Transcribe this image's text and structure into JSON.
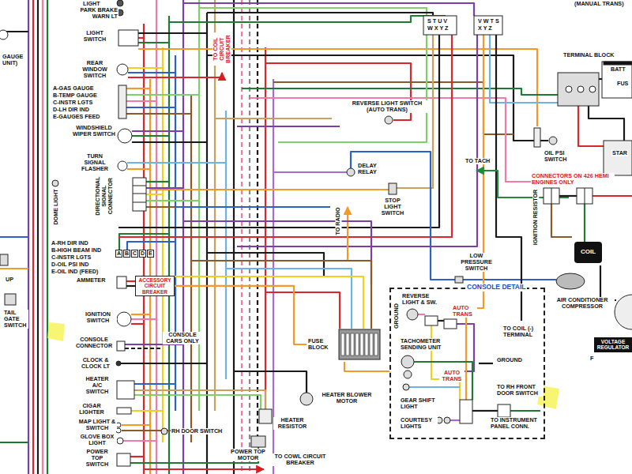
{
  "diagram": {
    "nodes": [
      {
        "text": [
          "A"
        ]
      },
      {
        "text": [
          "B"
        ]
      },
      {
        "text": [
          "C"
        ]
      },
      {
        "text": [
          "D"
        ]
      },
      {
        "text": [
          "E"
        ]
      },
      {
        "text": [
          "COIL"
        ]
      },
      {
        "text": [
          "ACCESSORY CIRCUIT BREAKER"
        ]
      },
      {
        "text": [
          "CONSOLE DETAIL"
        ]
      },
      {
        "text": [
          "FUSE BLOCK"
        ]
      },
      {
        "text": [
          "VOLTAGE REGULATOR"
        ]
      }
    ],
    "edges": [
      {
        "from": 6,
        "to": 8,
        "arrow": "none"
      },
      {
        "from": 8,
        "to": 7,
        "arrow": "none"
      }
    ],
    "labels": [
      "LIGHT",
      "PARK BRAKE WARN LT",
      "LIGHT SWITCH",
      "REAR WINDOW SWITCH",
      "A-GAS GAUGE",
      "B-TEMP GAUGE",
      "C-INSTR LGTS",
      "D-LH DIR IND",
      "E-GAUGES FEED",
      "WINDSHIELD WIPER SWITCH",
      "TURN SIGNAL FLASHER",
      "DIRECTIONAL SIGNAL CONNECTOR",
      "A-RH DIR IND",
      "B-HIGH BEAM IND",
      "C-INSTR LGTS",
      "D-OIL PSI IND",
      "E-OIL IND (FEED)",
      "AMMETER",
      "IGNITION SWITCH",
      "CONSOLE CONNECTOR",
      "CONSOLE CARS ONLY",
      "CLOCK & CLOCK LT",
      "HEATER A/C SWITCH",
      "CIGAR LIGHTER",
      "MAP LIGHT & SWITCH",
      "GLOVE BOX LIGHT",
      "POWER TOP SWITCH",
      "POWER TOP MOTOR",
      "TO COWL CIRCUIT BREAKER",
      "RH DOOR SWITCH",
      "HEATER RESISTOR",
      "HEATER BLOWER MOTOR",
      "TO RADIO",
      "STOP LIGHT SWITCH",
      "DELAY RELAY",
      "REVERSE LIGHT SWITCH (AUTO TRANS)",
      "TO COIL CIRCUIT BREAKER",
      "LOW PRESSURE SWITCH",
      "TO TACH",
      "IGNITION RESISTOR",
      "CONNECTORS ON 426 HEMI ENGINES ONLY",
      "OIL PSI SWITCH",
      "TERMINAL BLOCK",
      "BATT",
      "FUS",
      "STAR",
      "AIR CONDITIONER COMPRESSOR",
      "F",
      "(MANUAL TRANS)",
      "S T U V",
      "W X Y Z",
      "V W T S",
      "X Y Z",
      "GROUND",
      "REVERSE LIGHT & SW.",
      "AUTO TRANS",
      "TACHOMETER SENDING UNIT",
      "TO COIL (-) TERMINAL",
      "GROUND",
      "AUTO TRANS",
      "TO RH FRONT DOOR SWITCH",
      "GEAR SHIFT LIGHT",
      "COURTESY LIGHTS",
      "TO INSTRUMENT PANEL CONN.",
      "GAUGE UNIT)",
      "DOME LIGHT",
      "TAIL GATE SWITCH",
      "UP"
    ]
  }
}
